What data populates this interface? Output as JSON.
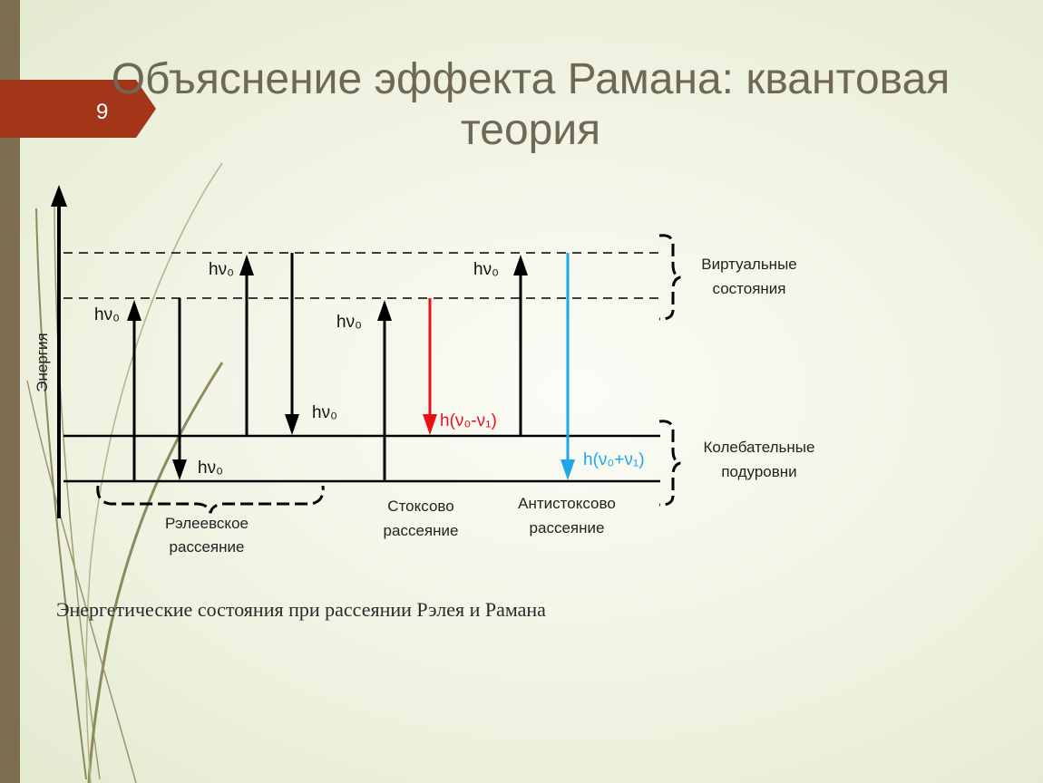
{
  "slide": {
    "number": "9"
  },
  "title": {
    "line1": "Объяснение эффекта Рамана: квантовая",
    "line2": "теория"
  },
  "diagram": {
    "energy_axis_label": "Энергия",
    "virtual_states_label": [
      "Виртуальные",
      "состояния"
    ],
    "vibrational_levels_label": [
      "Колебательные",
      "подуровни"
    ],
    "rayleigh_label": [
      "Рэлеевское",
      "рассеяние"
    ],
    "stokes_label": [
      "Стоксово",
      "рассеяние"
    ],
    "antistokes_label": [
      "Антистоксово",
      "рассеяние"
    ],
    "photon_label": "hν₀",
    "stokes_emission_label": "h(ν₀-ν₁)",
    "antistokes_emission_label": "h(ν₀+ν₁)",
    "colors": {
      "stokes": "#e8101a",
      "antistokes": "#1ea7e6",
      "arrows": "#000000"
    }
  },
  "caption": "Энергетические состояния при рассеянии Рэлея и Рамана"
}
